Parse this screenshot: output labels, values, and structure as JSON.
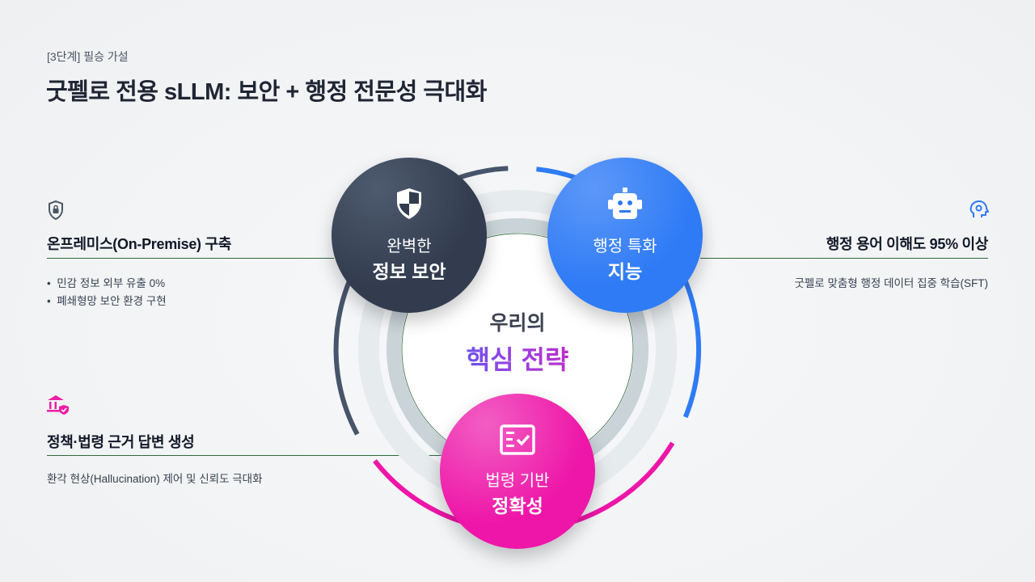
{
  "header": {
    "subtitle": "[3단계] 필승 가설",
    "title": "굿펠로 전용 sLLM: 보안 + 행정 전문성 극대화"
  },
  "features": [
    {
      "icon": "shield-lock-icon",
      "title": "온프레미스(On-Premise) 구축",
      "bullets": [
        "민감 정보 외부 유출 0%",
        "폐쇄형망 보안 환경 구현"
      ]
    },
    {
      "icon": "head-gear-icon",
      "title": "행정 용어 이해도 95% 이상",
      "desc": "굿펠로 맞춤형 행정 데이터 집중 학습(SFT)"
    },
    {
      "icon": "law-building-check-icon",
      "title": "정책·법령 근거 답변 생성",
      "desc": "환각 현상(Hallucination) 제어 및 신뢰도 극대화"
    }
  ],
  "diagram": {
    "center": {
      "line1": "우리의",
      "line2": "핵심 전략"
    },
    "circles": [
      {
        "icon": "shield-icon",
        "line1": "완벽한",
        "line2": "정보 보안",
        "color": "#323c4e"
      },
      {
        "icon": "robot-icon",
        "line1": "행정 특화",
        "line2": "지능",
        "color": "#2f7bf5"
      },
      {
        "icon": "checklist-icon",
        "line1": "법령 기반",
        "line2": "정확성",
        "color": "#ee16a8"
      }
    ]
  }
}
